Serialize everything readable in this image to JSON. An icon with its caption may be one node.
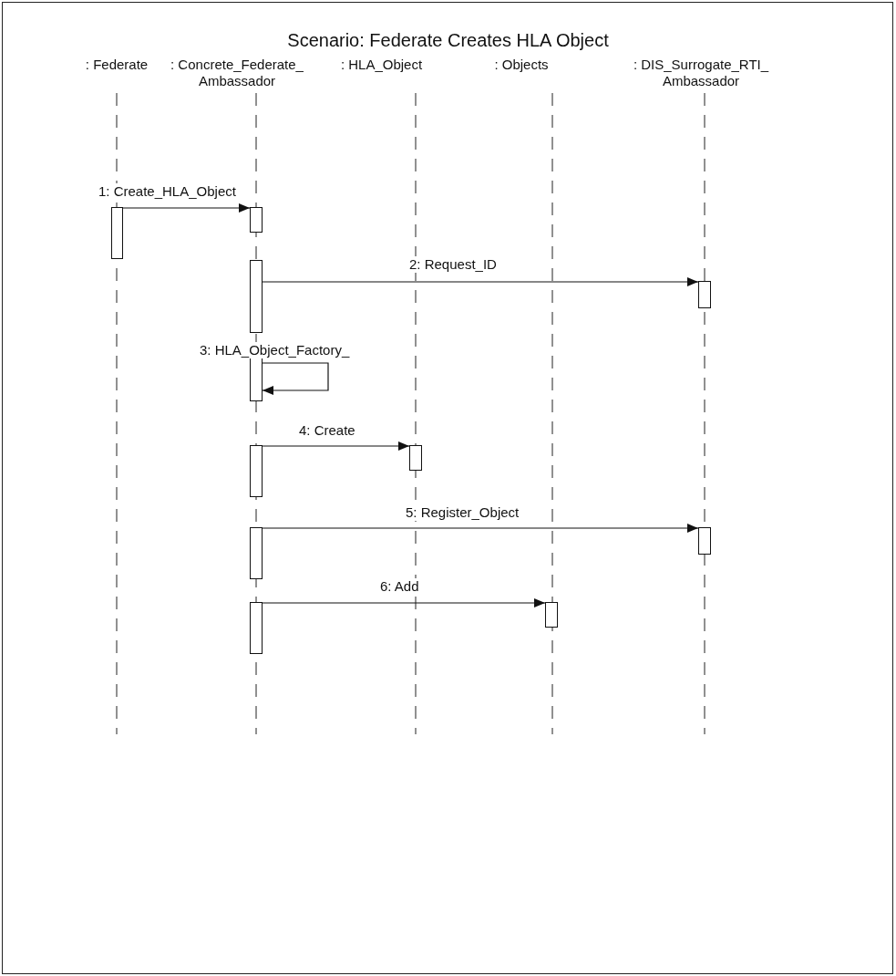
{
  "diagram": {
    "title": "Scenario: Federate Creates HLA Object",
    "nodes": [
      {
        "text": [
          ": Federate"
        ]
      },
      {
        "text": [
          ": Concrete_Federate_ Ambassador"
        ]
      },
      {
        "text": [
          ": HLA_Object"
        ]
      },
      {
        "text": [
          ": Objects"
        ]
      },
      {
        "text": [
          ": DIS_Surrogate_RTI_ Ambassador"
        ]
      },
      {
        "text": [],
        "shape": "bar"
      },
      {
        "text": [],
        "shape": "bar"
      },
      {
        "text": [],
        "shape": "bar"
      },
      {
        "text": [],
        "shape": "bar"
      },
      {
        "text": [],
        "shape": "bar"
      },
      {
        "text": [],
        "shape": "bar"
      },
      {
        "text": [],
        "shape": "bar"
      },
      {
        "text": [],
        "shape": "bar"
      },
      {
        "text": [],
        "shape": "bar"
      },
      {
        "text": [],
        "shape": "bar"
      },
      {
        "text": [],
        "shape": "bar"
      }
    ],
    "edges": [
      {
        "from": 5,
        "to": 6,
        "arrow": "to",
        "label": "1: Create_HLA_Object"
      },
      {
        "from": 7,
        "to": 8,
        "arrow": "to",
        "label": "2: Request_ID"
      },
      {
        "from": 9,
        "to": 9,
        "arrow": "to",
        "label": "3: HLA_Object_Factory_"
      },
      {
        "from": 10,
        "to": 11,
        "arrow": "to",
        "label": "4: Create"
      },
      {
        "from": 12,
        "to": 13,
        "arrow": "to",
        "label": "5: Register_Object"
      },
      {
        "from": 14,
        "to": 15,
        "arrow": "to",
        "label": "6: Add"
      }
    ]
  }
}
